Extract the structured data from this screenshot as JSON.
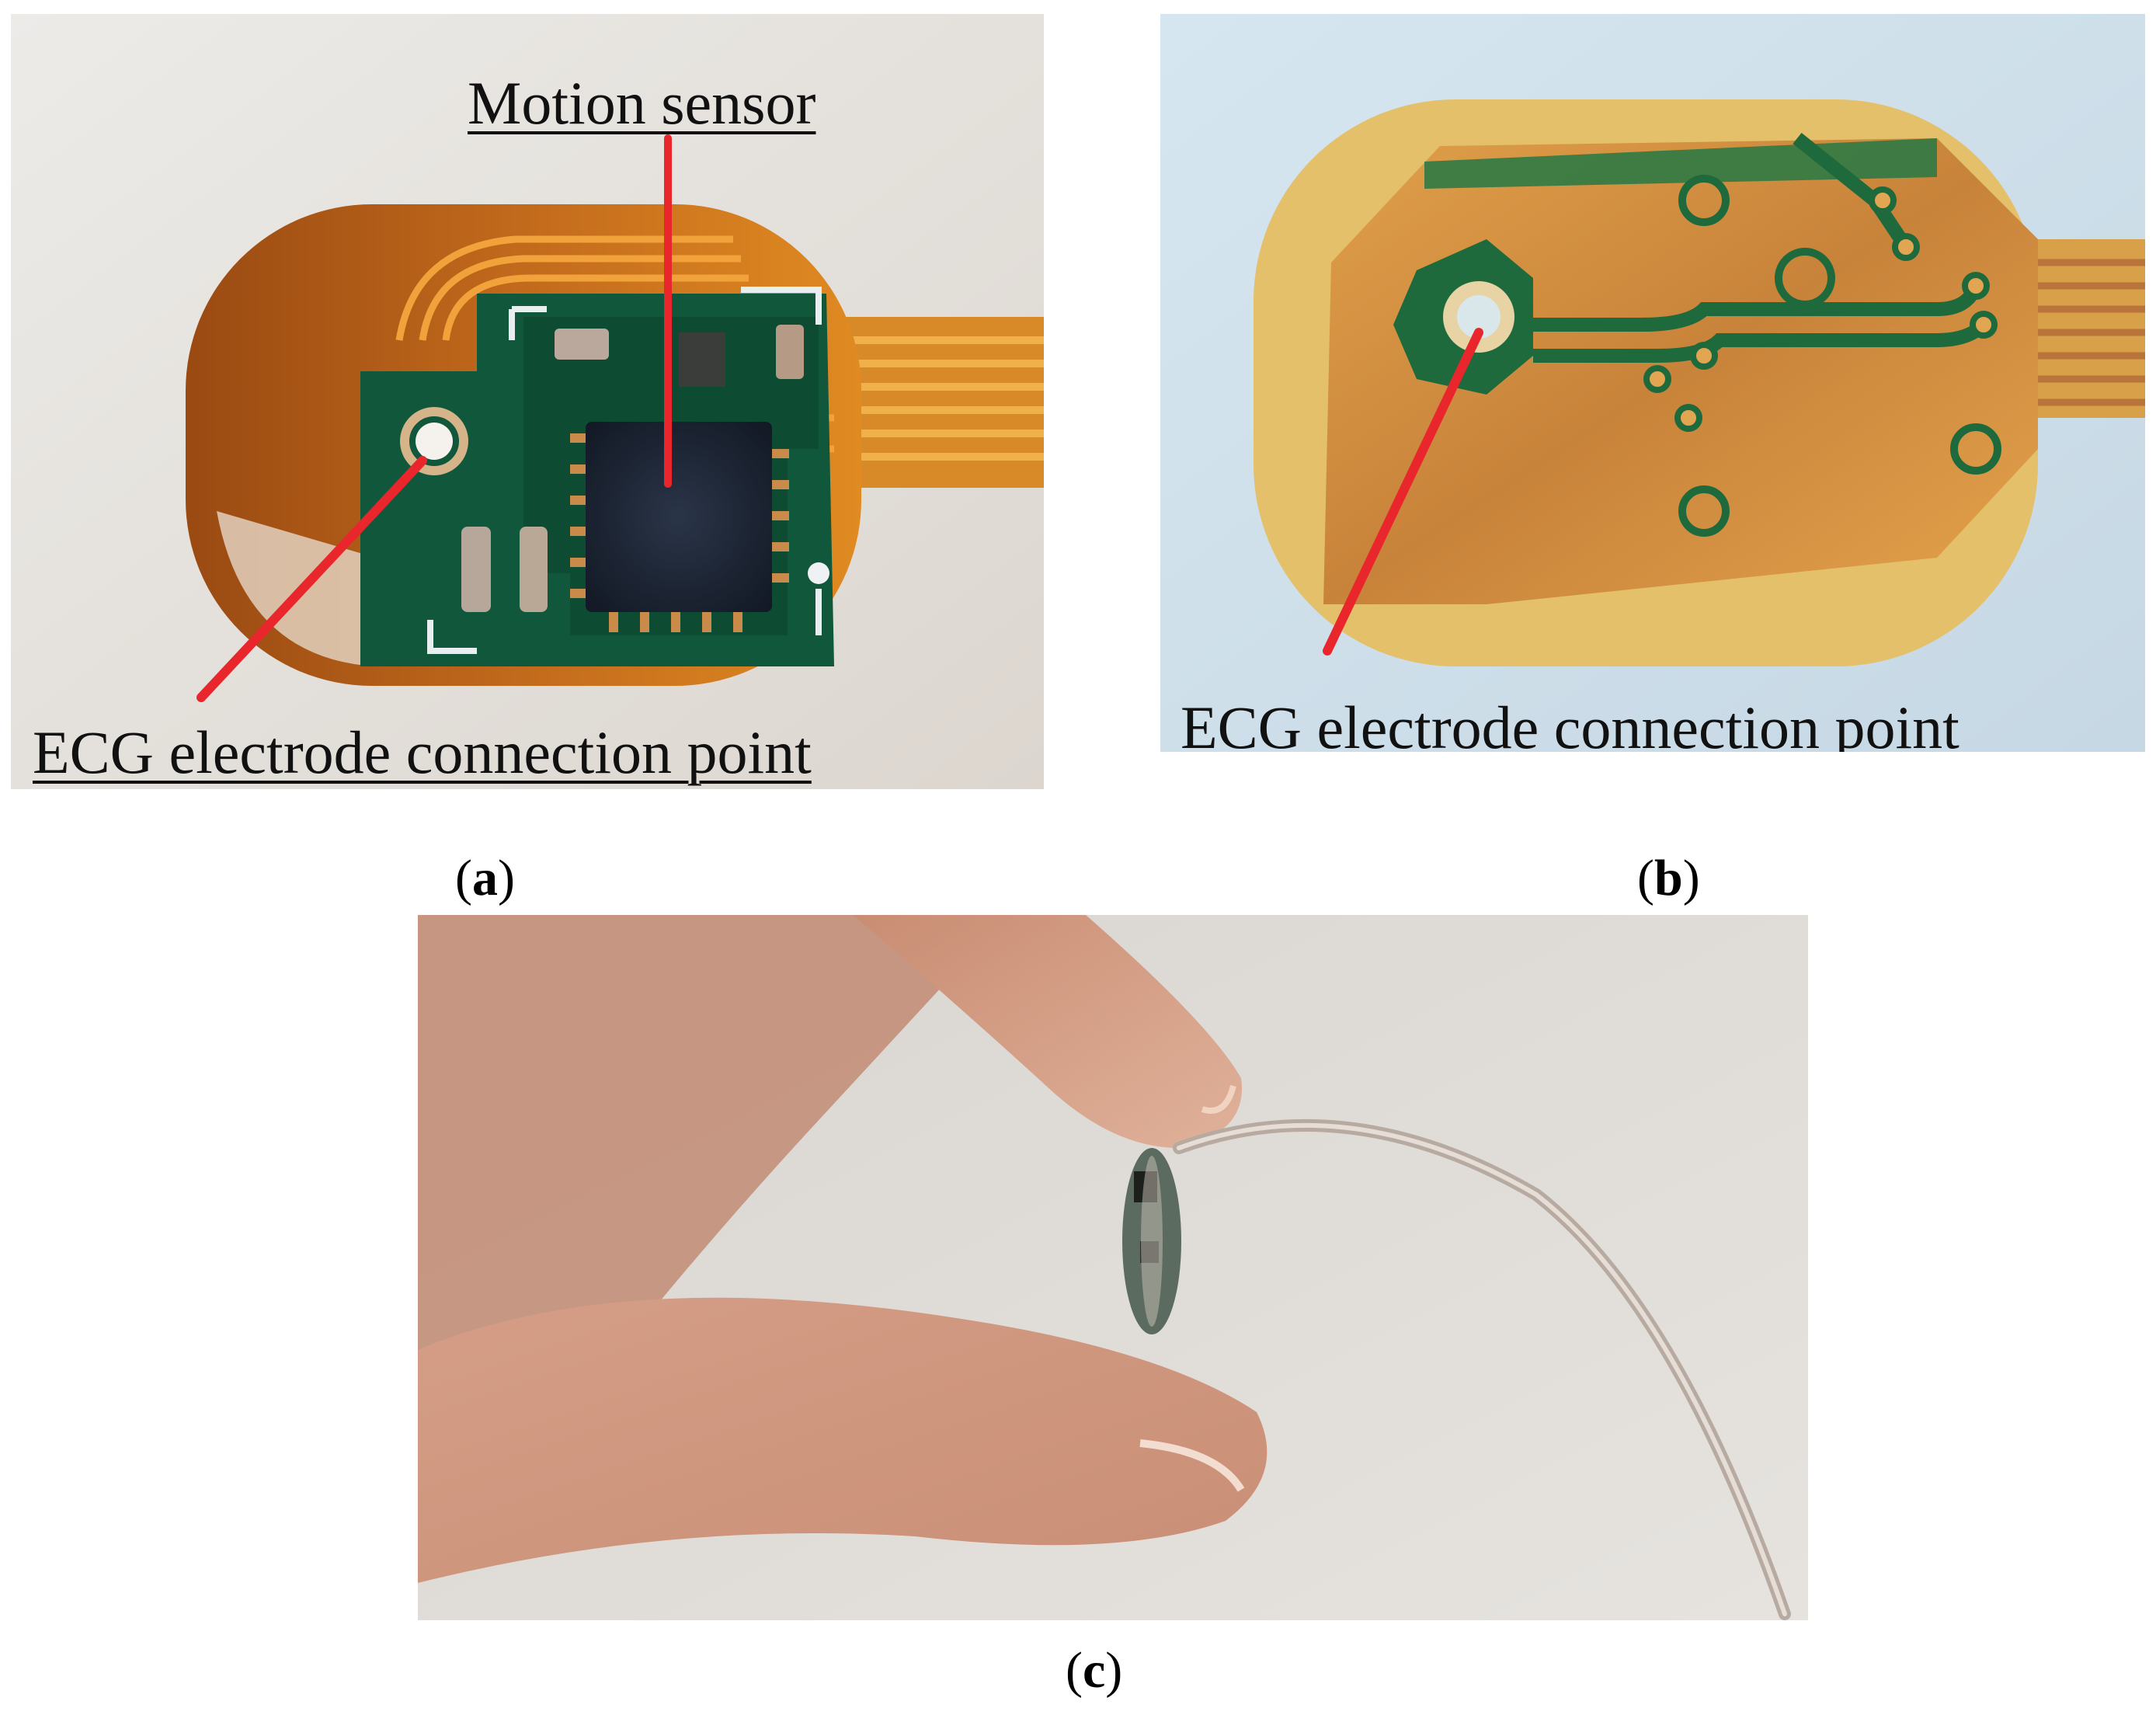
{
  "figure": {
    "panels": [
      {
        "id": "a",
        "label_open": "(",
        "label_letter": "a",
        "label_close": ")",
        "callouts": {
          "motion_sensor": "Motion sensor",
          "ecg_point": "ECG electrode connection point"
        }
      },
      {
        "id": "b",
        "label_open": "(",
        "label_letter": "b",
        "label_close": ")",
        "callouts": {
          "ecg_point": "ECG electrode connection point"
        }
      },
      {
        "id": "c",
        "label_open": "(",
        "label_letter": "c",
        "label_close": ")"
      }
    ]
  },
  "colors": {
    "callout_line": "#e8262b",
    "flex_substrate": "#c8741c",
    "pcb_green": "#0f5a3c",
    "chip": "#1a2230",
    "background_a": "#e9e6e1",
    "background_b": "#cfe0ec",
    "background_c": "#dcd8d3",
    "skin": "#d8a48a"
  }
}
